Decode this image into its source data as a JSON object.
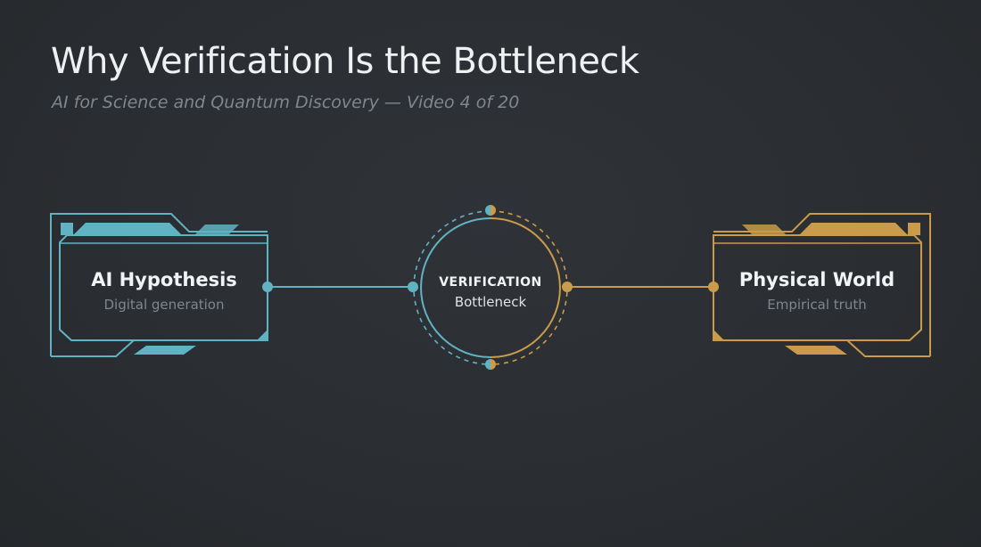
{
  "slide": {
    "title": "Why Verification Is the Bottleneck",
    "subtitle": "AI for Science and Quantum Discovery — Video 4 of 20"
  },
  "diagram": {
    "left_node": {
      "title": "AI Hypothesis",
      "subtitle": "Digital generation",
      "color": "#5fb3c3"
    },
    "center_node": {
      "title": "VERIFICATION",
      "subtitle": "Bottleneck"
    },
    "right_node": {
      "title": "Physical World",
      "subtitle": "Empirical truth",
      "color": "#c99b4a"
    }
  }
}
